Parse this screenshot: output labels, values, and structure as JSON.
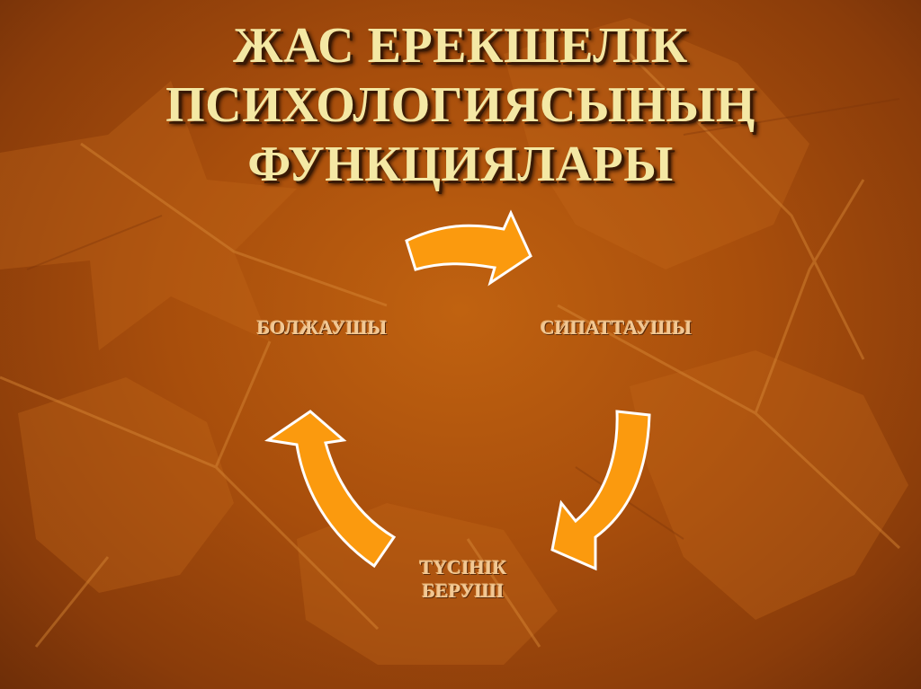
{
  "slide": {
    "title_lines": [
      "ЖАС ЕРЕКШЕЛІК",
      "ПСИХОЛОГИЯСЫНЫҢ",
      "ФУНКЦИЯЛАРЫ"
    ]
  },
  "cycle": {
    "nodes": [
      {
        "label": "БОЛЖАУШЫ"
      },
      {
        "label": "СИПАТТАУШЫ"
      },
      {
        "label_lines": [
          "ТҮСІНІК",
          "БЕРУШІ"
        ]
      }
    ]
  },
  "colors": {
    "arrow_fill": "#fb9a0e",
    "arrow_stroke": "#ffffff",
    "title_text": "#f4e8a4",
    "background": "#a84e0c"
  }
}
